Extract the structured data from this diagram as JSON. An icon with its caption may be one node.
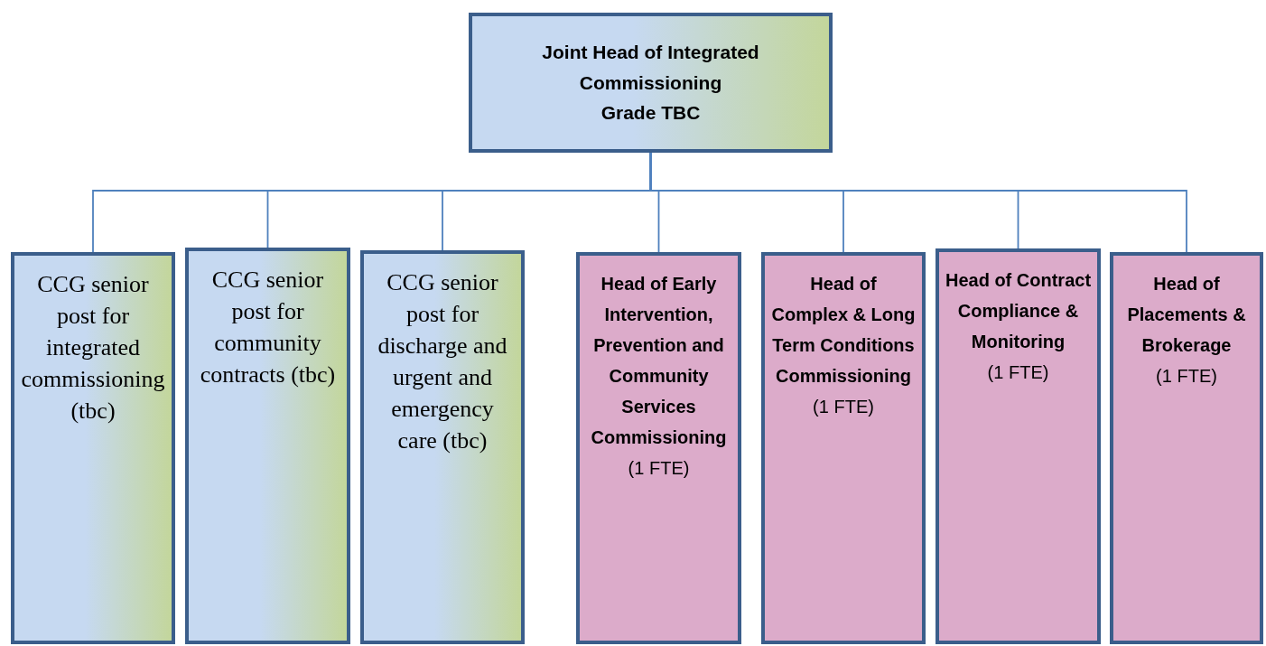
{
  "diagram": {
    "nodes": [
      {
        "text": [
          "Joint Head of Integrated Commissioning",
          "Grade TBC"
        ]
      },
      {
        "text": [
          "CCG senior post for integrated commissioning(tbc)"
        ]
      },
      {
        "text": [
          "CCG senior post for community contracts (tbc)"
        ]
      },
      {
        "text": [
          "CCG senior post for discharge and urgent and emergency care (tbc)"
        ]
      },
      {
        "text": [
          "Head of Early Intervention, Prevention and Community Services Commissioning",
          "(1 FTE)"
        ]
      },
      {
        "text": [
          "Head of Complex & Long Term Conditions Commissioning",
          "(1 FTE)"
        ]
      },
      {
        "text": [
          "Head of Contract Compliance & Monitoring",
          "(1 FTE)"
        ]
      },
      {
        "text": [
          "Head of Placements & Brokerage",
          "(1 FTE)"
        ]
      }
    ],
    "edges": [
      {
        "from": 0,
        "to": 1,
        "arrow": "none"
      },
      {
        "from": 0,
        "to": 2,
        "arrow": "none"
      },
      {
        "from": 0,
        "to": 3,
        "arrow": "none"
      },
      {
        "from": 0,
        "to": 4,
        "arrow": "none"
      },
      {
        "from": 0,
        "to": 5,
        "arrow": "none"
      },
      {
        "from": 0,
        "to": 6,
        "arrow": "none"
      },
      {
        "from": 0,
        "to": 7,
        "arrow": "none"
      }
    ]
  }
}
